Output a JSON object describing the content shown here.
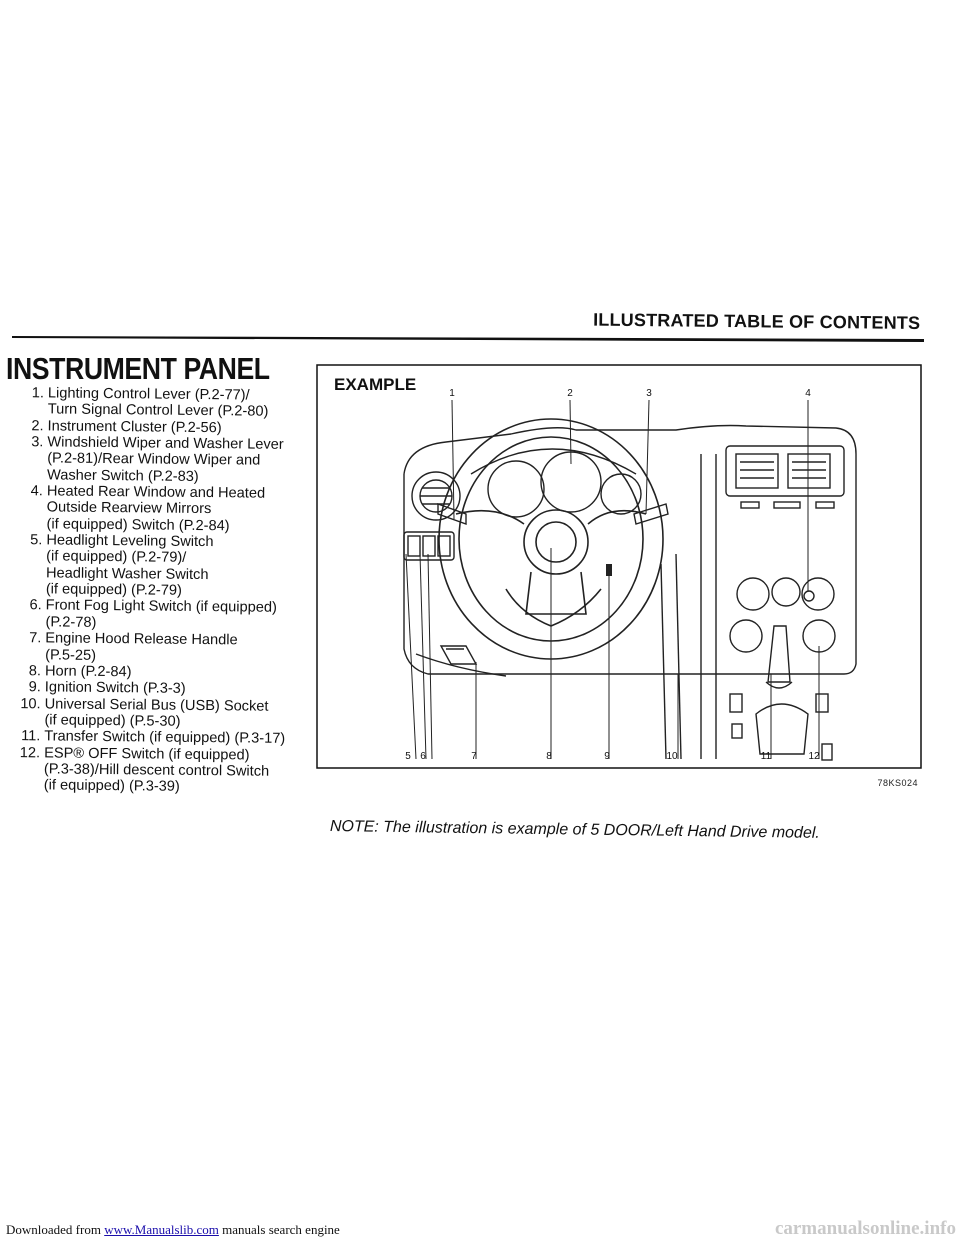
{
  "download_bar": {
    "prefix": "Downloaded from ",
    "link_text": "www.Manualslib.com",
    "suffix": " manuals search engine"
  },
  "watermark": "carmanualsonline.info",
  "header": {
    "title": "ILLUSTRATED TABLE OF CONTENTS"
  },
  "section": {
    "title": "INSTRUMENT PANEL"
  },
  "items": [
    {
      "num": "1.",
      "lines": [
        "Lighting Control Lever (P.2-77)/",
        "Turn Signal Control Lever (P.2-80)"
      ]
    },
    {
      "num": "2.",
      "lines": [
        "Instrument Cluster (P.2-56)"
      ]
    },
    {
      "num": "3.",
      "lines": [
        "Windshield Wiper and Washer Lever",
        "(P.2-81)/Rear Window Wiper and",
        "Washer Switch (P.2-83)"
      ]
    },
    {
      "num": "4.",
      "lines": [
        "Heated Rear Window and Heated",
        "Outside Rearview Mirrors",
        "(if equipped) Switch (P.2-84)"
      ]
    },
    {
      "num": "5.",
      "lines": [
        "Headlight Leveling Switch",
        "(if equipped) (P.2-79)/",
        "Headlight Washer Switch",
        "(if equipped) (P.2-79)"
      ]
    },
    {
      "num": "6.",
      "lines": [
        "Front Fog Light Switch (if equipped)",
        "(P.2-78)"
      ]
    },
    {
      "num": "7.",
      "lines": [
        "Engine Hood Release Handle",
        "(P.5-25)"
      ]
    },
    {
      "num": "8.",
      "lines": [
        "Horn (P.2-84)"
      ]
    },
    {
      "num": "9.",
      "lines": [
        "Ignition Switch (P.3-3)"
      ]
    },
    {
      "num": "10.",
      "lines": [
        "Universal Serial Bus (USB) Socket",
        "(if equipped) (P.5-30)"
      ]
    },
    {
      "num": "11.",
      "lines": [
        "Transfer Switch (if equipped) (P.3-17)"
      ]
    },
    {
      "num": "12.",
      "lines": [
        "ESP® OFF Switch (if equipped)",
        "(P.3-38)/Hill descent control Switch",
        "(if equipped) (P.3-39)"
      ]
    }
  ],
  "figure": {
    "label": "EXAMPLE",
    "callouts_top": [
      "1",
      "2",
      "3",
      "4"
    ],
    "callouts_bottom": [
      "5",
      "6",
      "7",
      "8",
      "9",
      "10",
      "11",
      "12"
    ],
    "code": "78KS024",
    "note": "NOTE: The illustration is example of 5 DOOR/Left Hand Drive model."
  }
}
